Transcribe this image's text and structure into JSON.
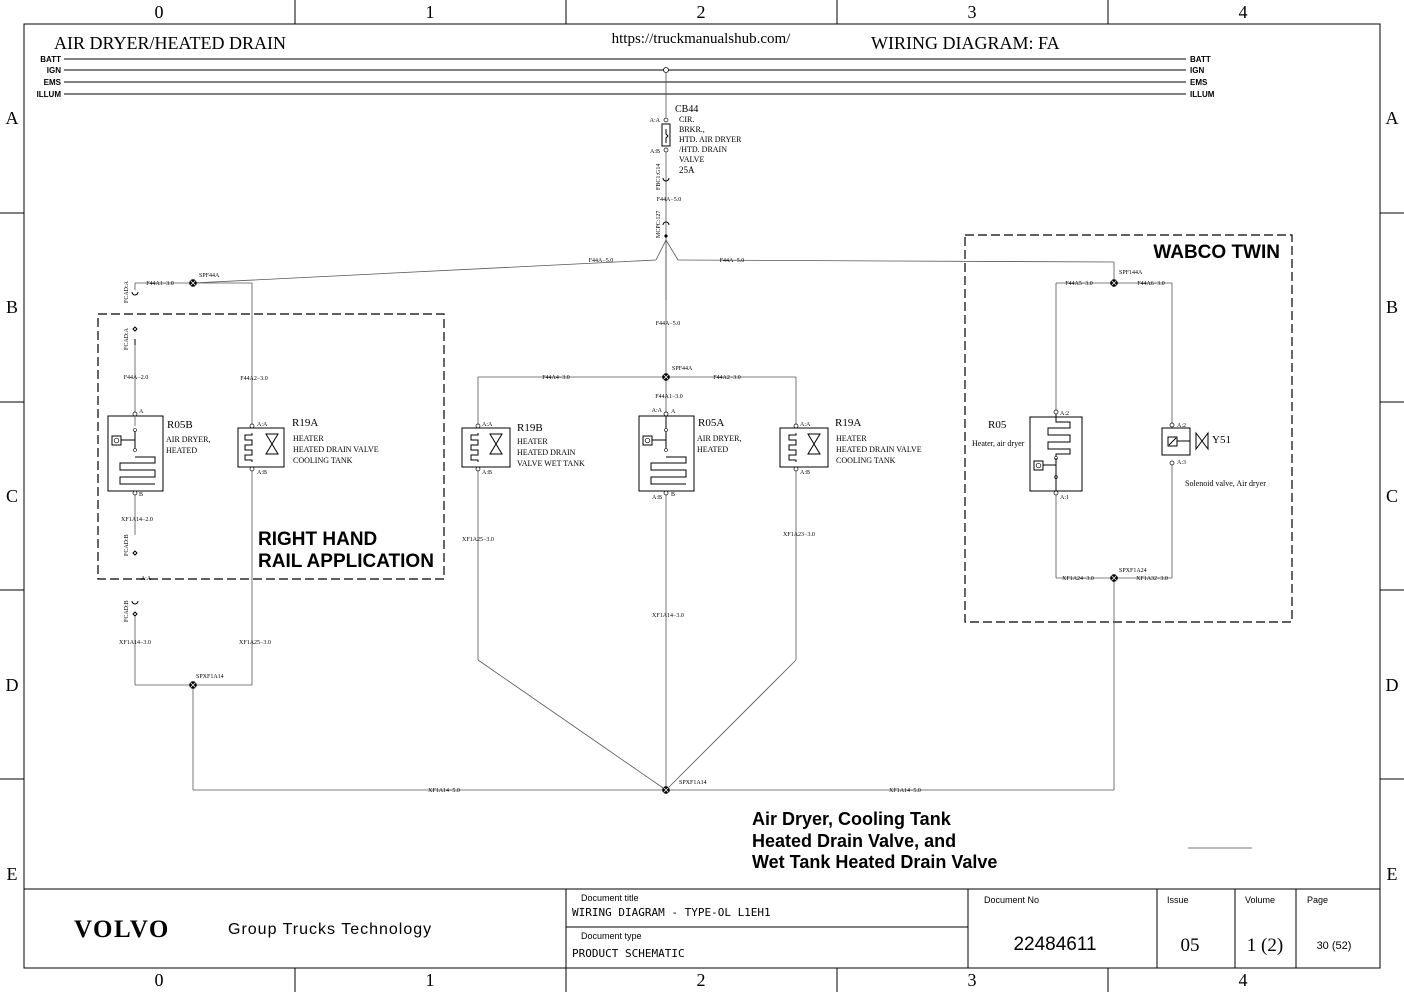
{
  "zones": {
    "columns": [
      "0",
      "1",
      "2",
      "3",
      "4"
    ],
    "rows": [
      "A",
      "B",
      "C",
      "D",
      "E"
    ]
  },
  "header": {
    "title": "AIR DRYER/HEATED DRAIN",
    "url": "https://truckmanualshub.com/",
    "diagram_code": "WIRING DIAGRAM: FA"
  },
  "buses": [
    "BATT",
    "IGN",
    "EMS",
    "ILLUM"
  ],
  "breaker": {
    "id": "CB44",
    "lines": [
      "CIR.",
      "BRKR.,",
      "HTD. AIR DRYER",
      "/HTD. DRAIN",
      "VALVE",
      "25A"
    ],
    "pin_a": "A:A",
    "pin_b": "A:B",
    "connector_1": "FBC1:G14",
    "connector_2": "MCPC:127"
  },
  "wires": {
    "f44a_top": "F44A−5.0",
    "f44a_left": "F44A−5.0",
    "f44a_right": "F44A−5.0",
    "f44a_mid": "F44A−5.0",
    "f44a1_left": "F44A1−3.0",
    "f44a2_left": "F44A2−3.0",
    "f44a_left_v": "F44A−2.0",
    "f44a4": "F44A4−3.0",
    "f44a2_mid": "F44A2−3.0",
    "f44a1_mid": "F44A1−3.0",
    "f44a5": "F44A5−3.0",
    "f44a6": "F44A6−3.0",
    "xf1a14_20": "XF1A14−2.0",
    "xf1a14_30_left": "XF1A14−3.0",
    "xf1a25_30_left": "XF1A25−3.0",
    "xf1a25_30_mid": "XF1A25−3.0",
    "xf1a14_30_mid": "XF1A14−3.0",
    "xf1a23_30": "XF1A23−3.0",
    "xf1a24_30": "XF1A24−3.0",
    "xf1a32_30": "XF1A32−3.0",
    "xf1a14_50_left": "XF1A14−5.0",
    "xf1a14_50_right": "XF1A14−5.0"
  },
  "splices": {
    "spf44a_left": "SPF44A",
    "spf44a_mid": "SPF44A",
    "spf144a": "SPF144A",
    "spxf1a14_left": "SPXF1A14",
    "spxf1a14_bottom": "SPXF1A14",
    "spxf1a24": "SPXF1A24"
  },
  "connectors": {
    "fcad_a_top": "FCAD:A",
    "fcad_a_bot": "FCAD:A",
    "fcad_b_top": "FCAD:B",
    "fcad_b_bot": "FCAD:B",
    "aa_label": "A:A"
  },
  "components": {
    "r05b": {
      "id": "R05B",
      "lines": [
        "AIR DRYER,",
        "HEATED"
      ],
      "pin_a": "A",
      "pin_b": "B"
    },
    "r19a_left": {
      "id": "R19A",
      "lines": [
        "HEATER",
        "HEATED DRAIN VALVE",
        "COOLING TANK"
      ],
      "pin_a": "A:A",
      "pin_b": "A:B"
    },
    "r19b": {
      "id": "R19B",
      "lines": [
        "HEATER",
        "HEATED DRAIN",
        "VALVE WET TANK"
      ],
      "pin_a": "A:A",
      "pin_b": "A:B"
    },
    "r05a": {
      "id": "R05A",
      "lines": [
        "AIR DRYER,",
        "HEATED"
      ],
      "pin_a": "A:A",
      "pin_b": "A:B",
      "pin_a2": "A",
      "pin_b2": "B"
    },
    "r19a_right": {
      "id": "R19A",
      "lines": [
        "HEATER",
        "HEATED DRAIN VALVE",
        "COOLING TANK"
      ],
      "pin_a": "A:A",
      "pin_b": "A:B"
    },
    "r05": {
      "id": "R05",
      "desc": "Heater, air dryer",
      "pin_a": "A:2",
      "pin_b": "A:1"
    },
    "y51": {
      "id": "Y51",
      "desc": "Solenoid valve, Air dryer",
      "pin_a": "A:2",
      "pin_b": "A:3"
    }
  },
  "groups": {
    "wabco": "WABCO TWIN",
    "rail_line1": "RIGHT HAND",
    "rail_line2": "RAIL APPLICATION"
  },
  "caption": [
    "Air Dryer, Cooling Tank",
    "Heated Drain Valve, and",
    "Wet Tank Heated Drain Valve"
  ],
  "title_block": {
    "brand": "VOLVO",
    "org": "Group Trucks Technology",
    "doc_title_label": "Document title",
    "doc_title": "WIRING DIAGRAM - TYPE-OL L1EH1",
    "doc_type_label": "Document type",
    "doc_type": "PRODUCT SCHEMATIC",
    "doc_no_label": "Document No",
    "doc_no": "22484611",
    "issue_label": "Issue",
    "issue": "05",
    "volume_label": "Volume",
    "volume": "1 (2)",
    "page_label": "Page",
    "page": "30 (52)"
  }
}
